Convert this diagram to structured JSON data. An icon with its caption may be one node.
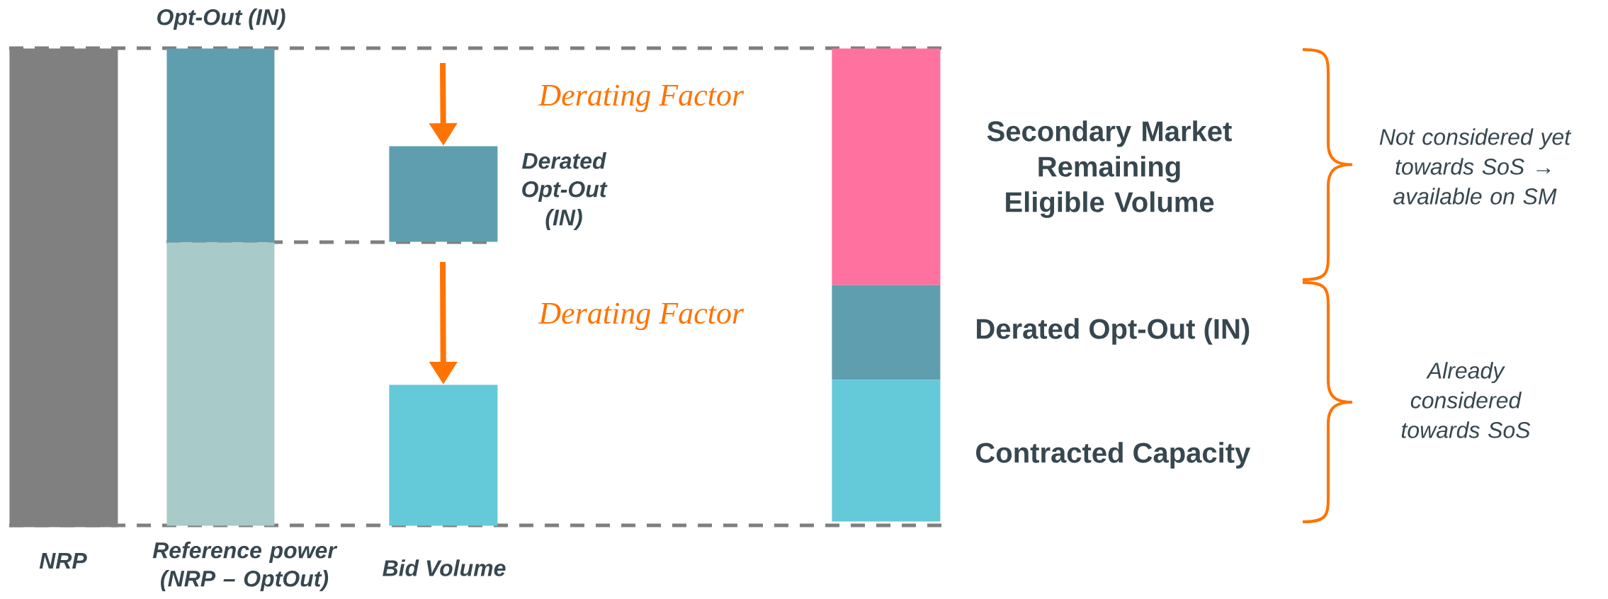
{
  "diagram": {
    "nodes": [
      {
        "text": [],
        "shape": "bar",
        "beside": [
          "NRP"
        ]
      },
      {
        "text": [],
        "shape": "bar",
        "beside": [
          "Opt-Out (IN)"
        ]
      },
      {
        "text": [],
        "shape": "bar",
        "beside": [
          "Reference power (NRP – OptOut)"
        ]
      },
      {
        "text": [],
        "shape": "bar",
        "beside": [
          "Derated Opt-Out (IN)"
        ]
      },
      {
        "text": [],
        "shape": "bar",
        "beside": [
          "Bid Volume"
        ]
      },
      {
        "text": [],
        "shape": "bar",
        "beside": [
          "Secondary Market Remaining Eligible Volume"
        ]
      },
      {
        "text": [],
        "shape": "bar",
        "beside": [
          "Derated Opt-Out (IN)"
        ]
      },
      {
        "text": [],
        "shape": "bar",
        "beside": [
          "Contracted Capacity"
        ]
      }
    ],
    "edges": [
      {
        "from": null,
        "to": 3,
        "arrow": "to",
        "label": "Derating Factor"
      },
      {
        "from": null,
        "to": 4,
        "arrow": "to",
        "label": "Derating Factor"
      }
    ],
    "labels": [
      "Not considered yet towards SoS → available on SM",
      "Already considered towards SoS"
    ]
  }
}
